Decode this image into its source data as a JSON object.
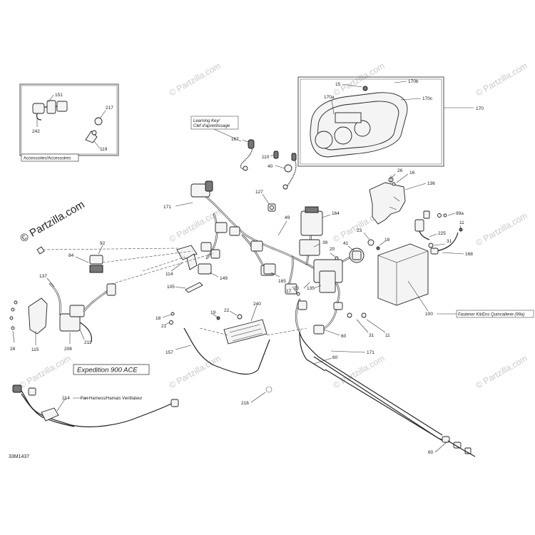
{
  "diagram": {
    "drawing_code": "33M1437",
    "model_title": "Expedition 900 ACE",
    "accessories_box_label": "Accessories/Accessoires",
    "learning_key_label_line1": "Learning Key/",
    "learning_key_label_line2": "Clef d'aprentissage",
    "fan_harness_label": "Fan Harness/Hamais Ventilateur",
    "fastener_kit_label": "Fastener Kit/Ens Quincallerie (99a)",
    "watermark_main": "© Partzilla.com",
    "watermark_small": "© Partzilla.com"
  },
  "callouts": {
    "c151": "151",
    "c242": "242",
    "c217": "217",
    "c119": "119",
    "c167": "167",
    "c110": "110",
    "c40": "40",
    "c127": "127",
    "c171a": "171",
    "c49": "49",
    "c164": "164",
    "c15": "15",
    "c170b": "170b",
    "c170a": "170a",
    "c170c": "170c",
    "c170": "170",
    "c26": "26",
    "c16": "16",
    "c136": "136",
    "c23": "23",
    "c18a": "18",
    "c39": "39",
    "c20a": "20",
    "c41": "41",
    "c99a": "99a",
    "c11a": "11",
    "c225": "225",
    "c31a": "31",
    "c168": "168",
    "c92": "92",
    "c84": "84",
    "c114": "114",
    "c149": "149",
    "c137": "137",
    "c105": "105",
    "c165": "165",
    "c17": "17",
    "c20b": "20",
    "c135": "135",
    "c115": "115",
    "c208": "208",
    "c211": "211",
    "c28": "28",
    "c18b": "18",
    "c21": "21",
    "c19": "19",
    "c22": "22",
    "c240": "240",
    "c100": "100",
    "c60a": "60",
    "c31b": "31",
    "c11b": "11",
    "c157": "157",
    "c171b": "171",
    "c60b": "60",
    "c214": "214",
    "c216": "216",
    "c60c": "60"
  }
}
